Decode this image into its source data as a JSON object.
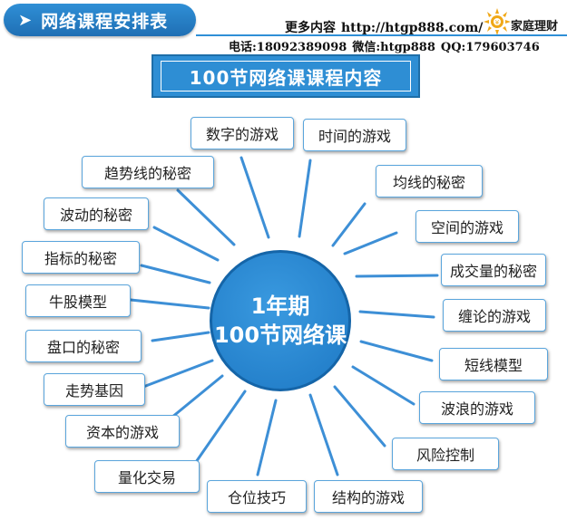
{
  "header": {
    "tab_title": "网络课程安排表",
    "more_label": "更多内容",
    "url": "http://htgp888.com/",
    "logo_text": "家庭理财",
    "contact": {
      "phone": "电话:18092389098",
      "wechat": "微信:htgp888",
      "qq": "QQ:179603746"
    }
  },
  "banner": {
    "title": "100节网络课课程内容"
  },
  "center": {
    "line1": "1年期",
    "line2": "100节网络课"
  },
  "topics": [
    "数字的游戏",
    "时间的游戏",
    "均线的秘密",
    "空间的游戏",
    "成交量的秘密",
    "缠论的游戏",
    "短线模型",
    "波浪的游戏",
    "风险控制",
    "结构的游戏",
    "仓位技巧",
    "量化交易",
    "资本的游戏",
    "走势基因",
    "盘口的秘密",
    "牛股模型",
    "指标的秘密",
    "波动的秘密",
    "趋势线的秘密"
  ],
  "colors": {
    "primary": "#2e8ed4",
    "box_border": "#5aa5dc",
    "ray": "#3d8fd6"
  },
  "icons": {
    "arrow": "arrow-right-icon",
    "logo": "sun-logo-icon"
  }
}
